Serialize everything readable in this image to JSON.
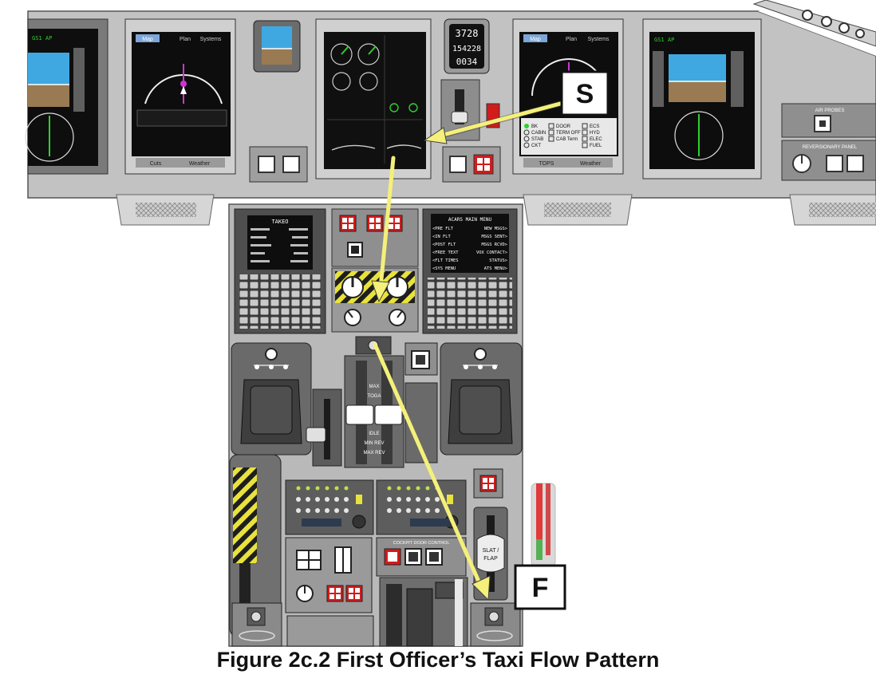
{
  "figure": {
    "caption": "Figure 2c.2  First Officer’s Taxi Flow Pattern",
    "start_marker": "S",
    "end_marker": "F"
  },
  "colors": {
    "flow_arrow": "#f4f07a",
    "panel_gray": "#bfbfbf",
    "panel_dark": "#4a4a4a",
    "screen_black": "#111111",
    "annunciator_red": "#d11c1c",
    "stripe_yellow": "#e8e23c"
  },
  "standby_clock": {
    "line1": "3728",
    "line2": "154228",
    "line3": "0034"
  },
  "mfd_left": {
    "tabs": [
      "Map",
      "Plan",
      "Systems"
    ],
    "bottom_tabs": [
      "Cuts",
      "Weather"
    ]
  },
  "mfd_right": {
    "tabs": [
      "Map",
      "Plan",
      "Systems"
    ],
    "bottom_tabs": [
      "TOPS",
      "Weather"
    ]
  },
  "mcdu_left": {
    "title": "TAKEO",
    "lines": [
      "",
      "",
      "",
      "",
      "",
      ""
    ]
  },
  "mcdu_right": {
    "header": "ACARS  MAIN MENU",
    "left_items": [
      "<PRE FLT",
      "<IN FLT",
      "<POST FLT",
      "<FREE TEXT",
      "<FLT TIMES",
      "<SYS MENU"
    ],
    "right_items": [
      "NEW MSGS>",
      "MSGS SENT>",
      "MSGS RCVD>",
      "VOX CONTACT>",
      "STATUS>",
      "ATS MENU>"
    ]
  },
  "thrust_quadrant": {
    "detents": [
      "MAX",
      "TOGA",
      "IDLE",
      "MIN REV",
      "MAX REV"
    ]
  },
  "flap_lever": {
    "label_line1": "SLAT /",
    "label_line2": "FLAP"
  },
  "cockpit_door": {
    "label": "COCKPIT DOOR CONTROL"
  },
  "air_probes": {
    "label": "AIR PROBES"
  },
  "reversionary": {
    "label": "REVERSIONARY PANEL"
  },
  "mfd_right_checks": {
    "col1": [
      "BK",
      "CABIN",
      "STAB",
      "CKT"
    ],
    "col2": [
      "DOOR",
      "TERM OFF",
      "CAB Term"
    ],
    "col3": [
      "ECS",
      "HYD",
      "ELEC",
      "FUEL"
    ]
  }
}
